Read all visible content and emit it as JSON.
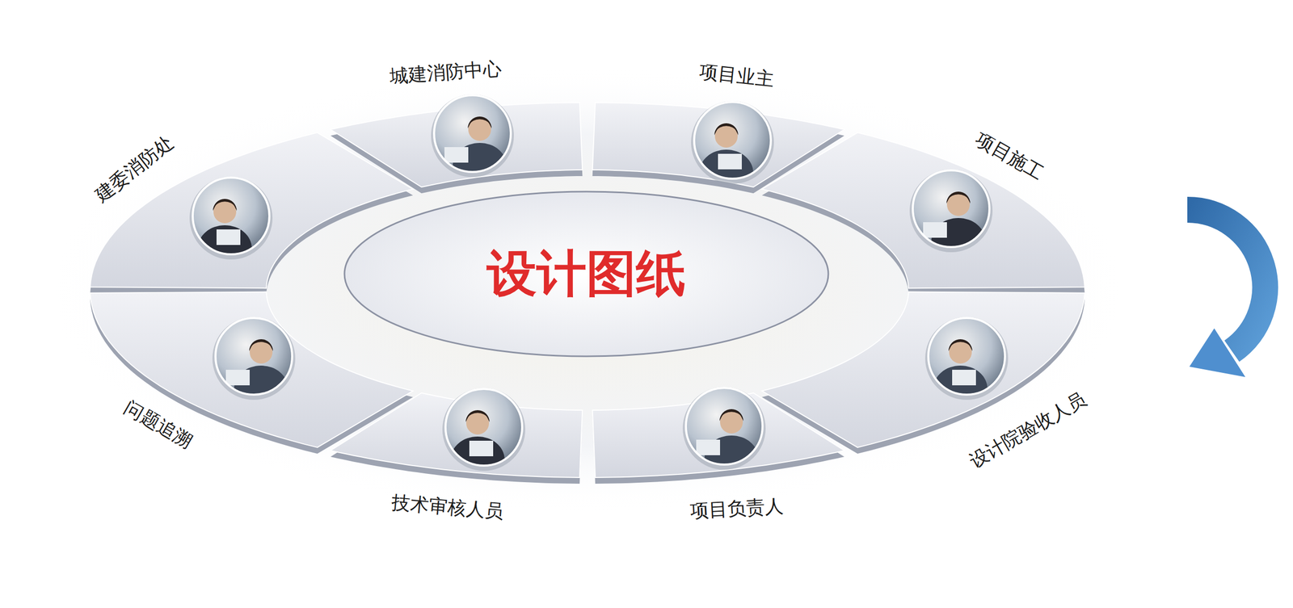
{
  "diagram": {
    "nodes": [
      {
        "text": [
          "建委消防处"
        ]
      },
      {
        "text": [
          "城建消防中心"
        ]
      },
      {
        "text": [
          "项目业主"
        ]
      },
      {
        "text": [
          "项目施工"
        ]
      },
      {
        "text": [
          "设计院验收人员"
        ]
      },
      {
        "text": [
          "项目负责人"
        ]
      },
      {
        "text": [
          "技术审核人员"
        ]
      },
      {
        "text": [
          "问题追溯"
        ]
      },
      {
        "text": [
          "设计图纸"
        ]
      }
    ]
  }
}
